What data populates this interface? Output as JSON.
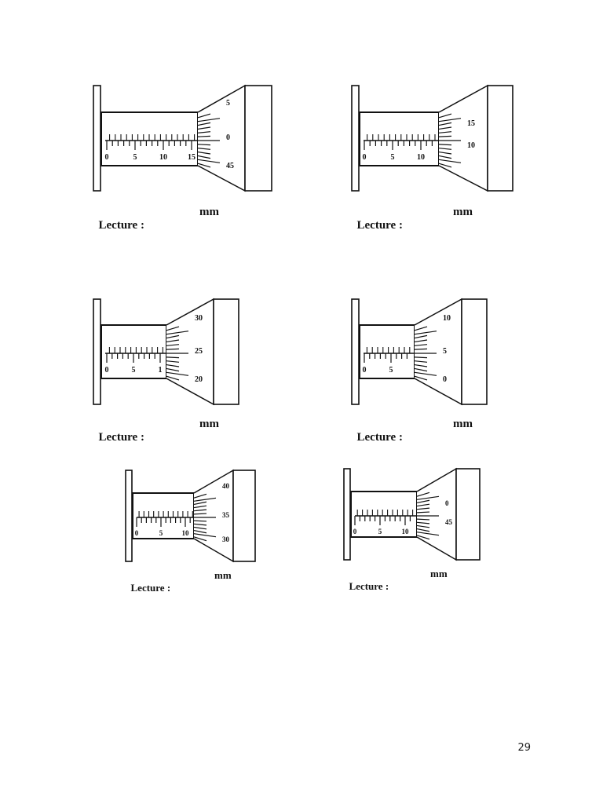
{
  "lecture_label": "Lecture :",
  "unit": "mm",
  "page_number": "29",
  "micrometers": [
    {
      "sleeve_labels": [
        "0",
        "5",
        "10",
        "15"
      ],
      "thimble_labels": [
        "5",
        "0",
        "45"
      ]
    },
    {
      "sleeve_labels": [
        "0",
        "5",
        "10"
      ],
      "thimble_labels": [
        "15",
        "10"
      ]
    },
    {
      "sleeve_labels": [
        "0",
        "5",
        "1"
      ],
      "thimble_labels": [
        "30",
        "25",
        "20"
      ]
    },
    {
      "sleeve_labels": [
        "0",
        "5"
      ],
      "thimble_labels": [
        "10",
        "5",
        "0"
      ]
    },
    {
      "sleeve_labels": [
        "0",
        "5",
        "10"
      ],
      "thimble_labels": [
        "40",
        "35",
        "30"
      ]
    },
    {
      "sleeve_labels": [
        "0",
        "5",
        "10"
      ],
      "thimble_labels": [
        "0",
        "45"
      ]
    }
  ]
}
